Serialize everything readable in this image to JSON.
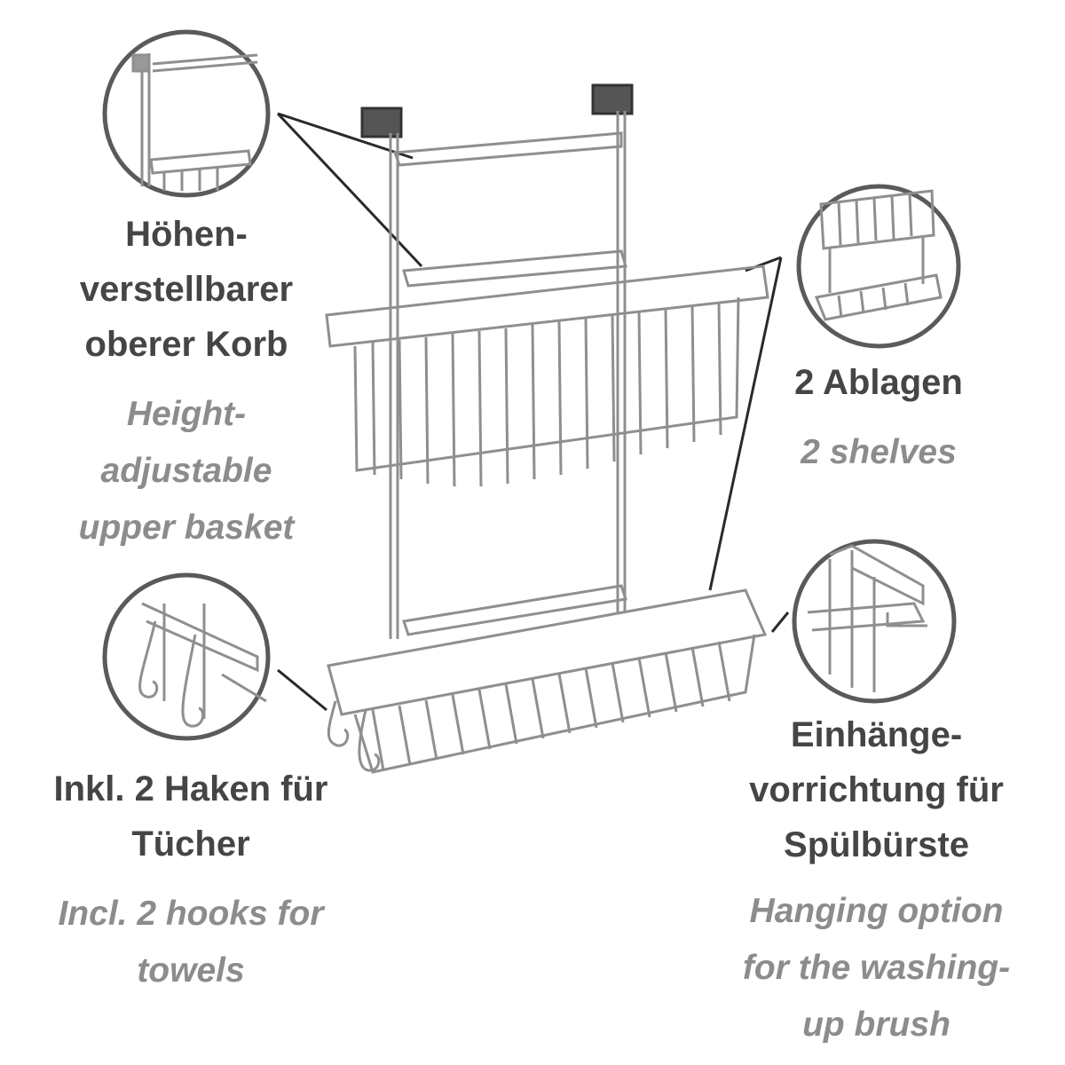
{
  "callouts": {
    "height": {
      "de": [
        "Höhen-",
        "verstellbarer",
        "oberer Korb"
      ],
      "en": [
        "Height-",
        "adjustable",
        "upper basket"
      ]
    },
    "shelves": {
      "de": [
        "2 Ablagen"
      ],
      "en": [
        "2 shelves"
      ]
    },
    "hooks": {
      "de": [
        "Inkl. 2 Haken für",
        "Tücher"
      ],
      "en": [
        "Incl. 2 hooks for",
        "towels"
      ]
    },
    "brush": {
      "de": [
        "Einhänge-",
        "vorrichtung für",
        "Spülbürste"
      ],
      "en": [
        "Hanging option",
        "for the washing-",
        "up brush"
      ]
    }
  },
  "colors": {
    "german_text": "#454545",
    "english_text": "#8c8c8c",
    "circle_stroke": "#5a5a5a",
    "chrome": "#9a9a9a"
  }
}
